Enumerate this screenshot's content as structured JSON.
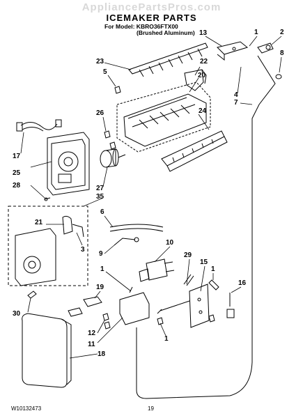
{
  "header": {
    "watermark": "AppliancePartsPros.com",
    "title": "ICEMAKER PARTS",
    "model_line": "For Model: KBRO36FTX00",
    "finish_line": "(Brushed Aluminum)"
  },
  "footer": {
    "doc_number": "W10132473",
    "page_number": "19"
  },
  "callouts": [
    {
      "id": "c1a",
      "text": "1"
    },
    {
      "id": "c2",
      "text": "2"
    },
    {
      "id": "c13",
      "text": "13"
    },
    {
      "id": "c8",
      "text": "8"
    },
    {
      "id": "c23",
      "text": "23"
    },
    {
      "id": "c22",
      "text": "22"
    },
    {
      "id": "c5",
      "text": "5"
    },
    {
      "id": "c20",
      "text": "20"
    },
    {
      "id": "c4",
      "text": "4"
    },
    {
      "id": "c7",
      "text": "7"
    },
    {
      "id": "c26",
      "text": "26"
    },
    {
      "id": "c24",
      "text": "24"
    },
    {
      "id": "c17",
      "text": "17"
    },
    {
      "id": "c25",
      "text": "25"
    },
    {
      "id": "c28",
      "text": "28"
    },
    {
      "id": "c27",
      "text": "27"
    },
    {
      "id": "c35",
      "text": "35"
    },
    {
      "id": "c6",
      "text": "6"
    },
    {
      "id": "c21",
      "text": "21"
    },
    {
      "id": "c3",
      "text": "3"
    },
    {
      "id": "c9",
      "text": "9"
    },
    {
      "id": "c10",
      "text": "10"
    },
    {
      "id": "c1b",
      "text": "1"
    },
    {
      "id": "c29",
      "text": "29"
    },
    {
      "id": "c15",
      "text": "15"
    },
    {
      "id": "c1c",
      "text": "1"
    },
    {
      "id": "c16",
      "text": "16"
    },
    {
      "id": "c19",
      "text": "19"
    },
    {
      "id": "c30",
      "text": "30"
    },
    {
      "id": "c12",
      "text": "12"
    },
    {
      "id": "c11",
      "text": "11"
    },
    {
      "id": "c1d",
      "text": "1"
    },
    {
      "id": "c18",
      "text": "18"
    }
  ]
}
